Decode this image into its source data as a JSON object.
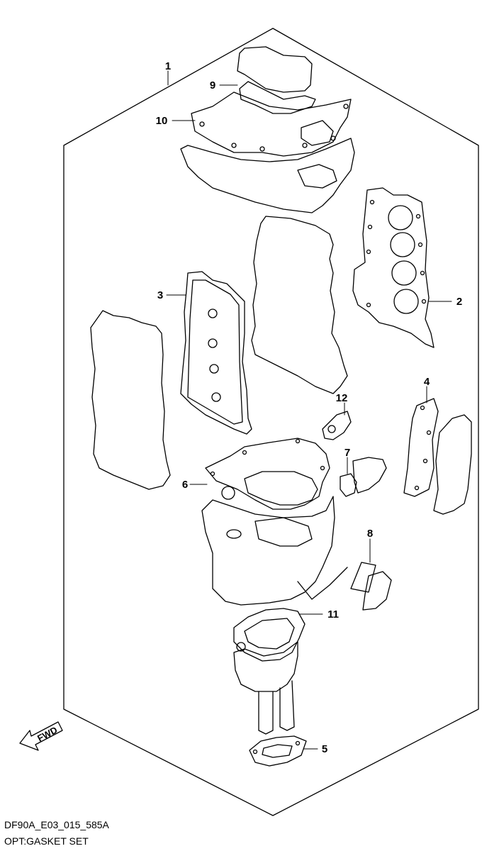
{
  "diagram": {
    "drawing_code": "DF90A_E03_015_585A",
    "title": "OPT:GASKET SET",
    "forward_label": "FWD",
    "callouts": [
      {
        "id": "1",
        "label": "1"
      },
      {
        "id": "2",
        "label": "2"
      },
      {
        "id": "3",
        "label": "3"
      },
      {
        "id": "4",
        "label": "4"
      },
      {
        "id": "5",
        "label": "5"
      },
      {
        "id": "6",
        "label": "6"
      },
      {
        "id": "7",
        "label": "7"
      },
      {
        "id": "8",
        "label": "8"
      },
      {
        "id": "9",
        "label": "9"
      },
      {
        "id": "10",
        "label": "10"
      },
      {
        "id": "11",
        "label": "11"
      },
      {
        "id": "12",
        "label": "12"
      }
    ]
  }
}
